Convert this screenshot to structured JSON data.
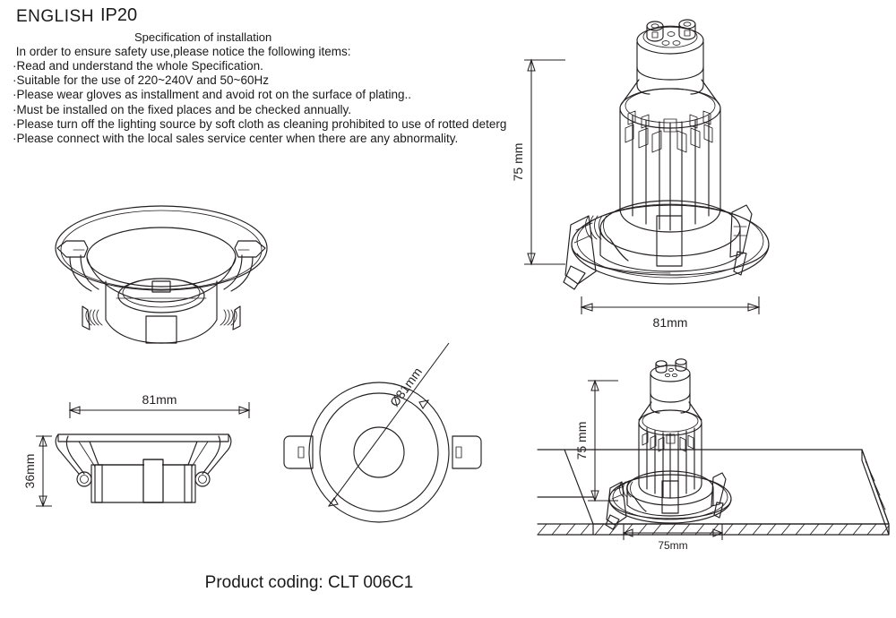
{
  "header": {
    "language": "ENGLISH",
    "ip_rating": "IP20"
  },
  "specification": {
    "title": "Specification of installation",
    "intro": " In order to ensure safety use,please notice the following items:",
    "items": [
      "·Read and understand the whole Specification.",
      "·Suitable for the use of 220~240V and 50~60Hz",
      "·Please wear gloves as installment and avoid rot on the surface of plating..",
      "·Must be installed on the fixed places and be checked annually.",
      "·Please turn off the lighting source by soft cloth as cleaning prohibited to use of rotted deterg",
      "·Please connect with the local sales service center when there are any abnormality."
    ]
  },
  "drawings": {
    "trim_ring_3d": {
      "caption": ""
    },
    "main_isometric": {
      "height_label": "75 mm",
      "width_label": "81mm"
    },
    "cross_section": {
      "width_label": "81mm",
      "height_label": "36mm"
    },
    "top_view": {
      "diameter_label": "Ø81mm"
    },
    "ceiling_install": {
      "height_label": "75 mm",
      "cutout_label": "75mm"
    }
  },
  "footer": {
    "product_coding": "Product coding: CLT 006C1"
  },
  "colors": {
    "line": "#231f20",
    "background": "#ffffff"
  }
}
